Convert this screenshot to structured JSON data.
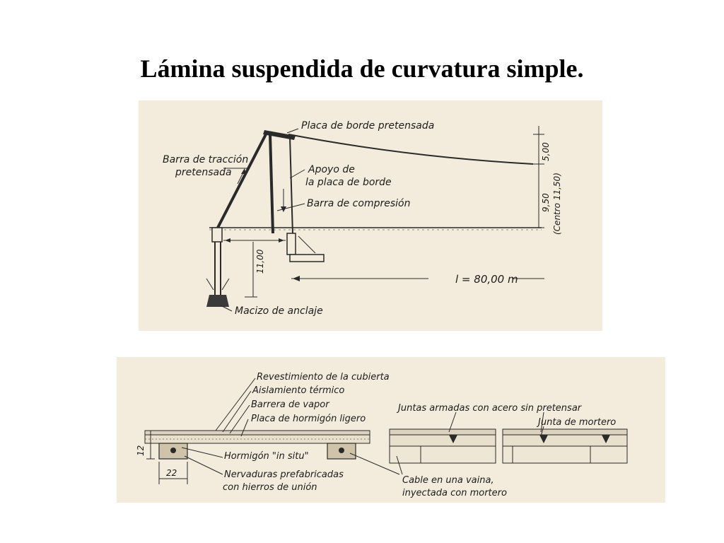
{
  "title": "Lámina suspendida de curvatura simple.",
  "top_diagram": {
    "labels": {
      "placa_borde": "Placa de borde pretensada",
      "barra_traccion_1": "Barra de tracción",
      "barra_traccion_2": "pretensada",
      "apoyo_1": "Apoyo de",
      "apoyo_2": "la placa de borde",
      "barra_compresion": "Barra de compresión",
      "macizo": "Macizo de anclaje"
    },
    "dimensions": {
      "sag": "5,00",
      "height": "9,50",
      "height_note": "(Centro 11,50)",
      "anchor_depth": "11,00",
      "span": "l = 80,00 m"
    }
  },
  "bottom_diagram": {
    "labels": {
      "revestimiento": "Revestimiento de la cubierta",
      "aislamiento": "Aislamiento térmico",
      "barrera": "Barrera de vapor",
      "placa_hormigon": "Placa de hormigón ligero",
      "hormigon_in_situ": "Hormigón \"in situ\"",
      "nervaduras_1": "Nervaduras prefabricadas",
      "nervaduras_2": "con hierros de unión",
      "juntas": "Juntas armadas con acero sin pretensar",
      "junta_mortero": "Junta de mortero",
      "cable_1": "Cable en una vaina,",
      "cable_2": "inyectada con mortero"
    },
    "dimensions": {
      "thickness": "12",
      "rib_width": "22"
    }
  }
}
